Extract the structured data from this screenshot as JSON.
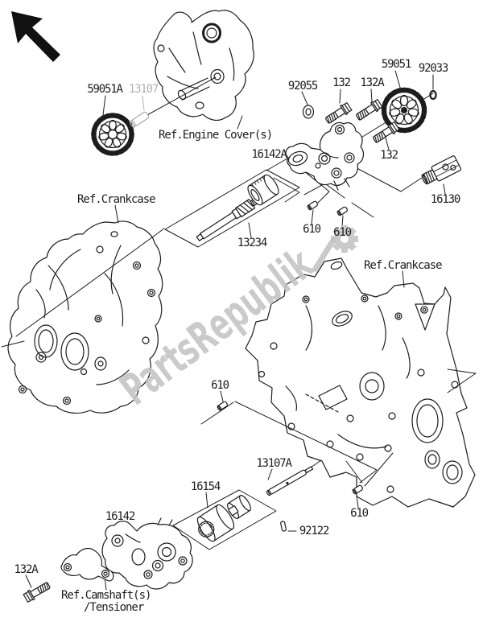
{
  "labels": {
    "l59051a": "59051A",
    "l13107": "13107",
    "l92055": "92055",
    "l132": "132",
    "l132a": "132A",
    "l59051": "59051",
    "l92033": "92033",
    "l16142a": "16142A",
    "l16130": "16130",
    "l13234": "13234",
    "l610": "610",
    "l13107a": "13107A",
    "l16154": "16154",
    "l16142": "16142",
    "l92122": "92122",
    "ref_engine_cover": "Ref.Engine Cover(s)",
    "ref_crankcase": "Ref.Crankcase",
    "ref_camshaft": "Ref.Camshaft(s)",
    "ref_tensioner": "/Tensioner"
  },
  "watermark": {
    "text": "PartsRepublik"
  },
  "colors": {
    "line": "#1c1c1c",
    "muted_part": "#a8a8a8",
    "muted_label": "#b0b0b0",
    "watermark": "#c5c5c5",
    "background": "#ffffff"
  }
}
